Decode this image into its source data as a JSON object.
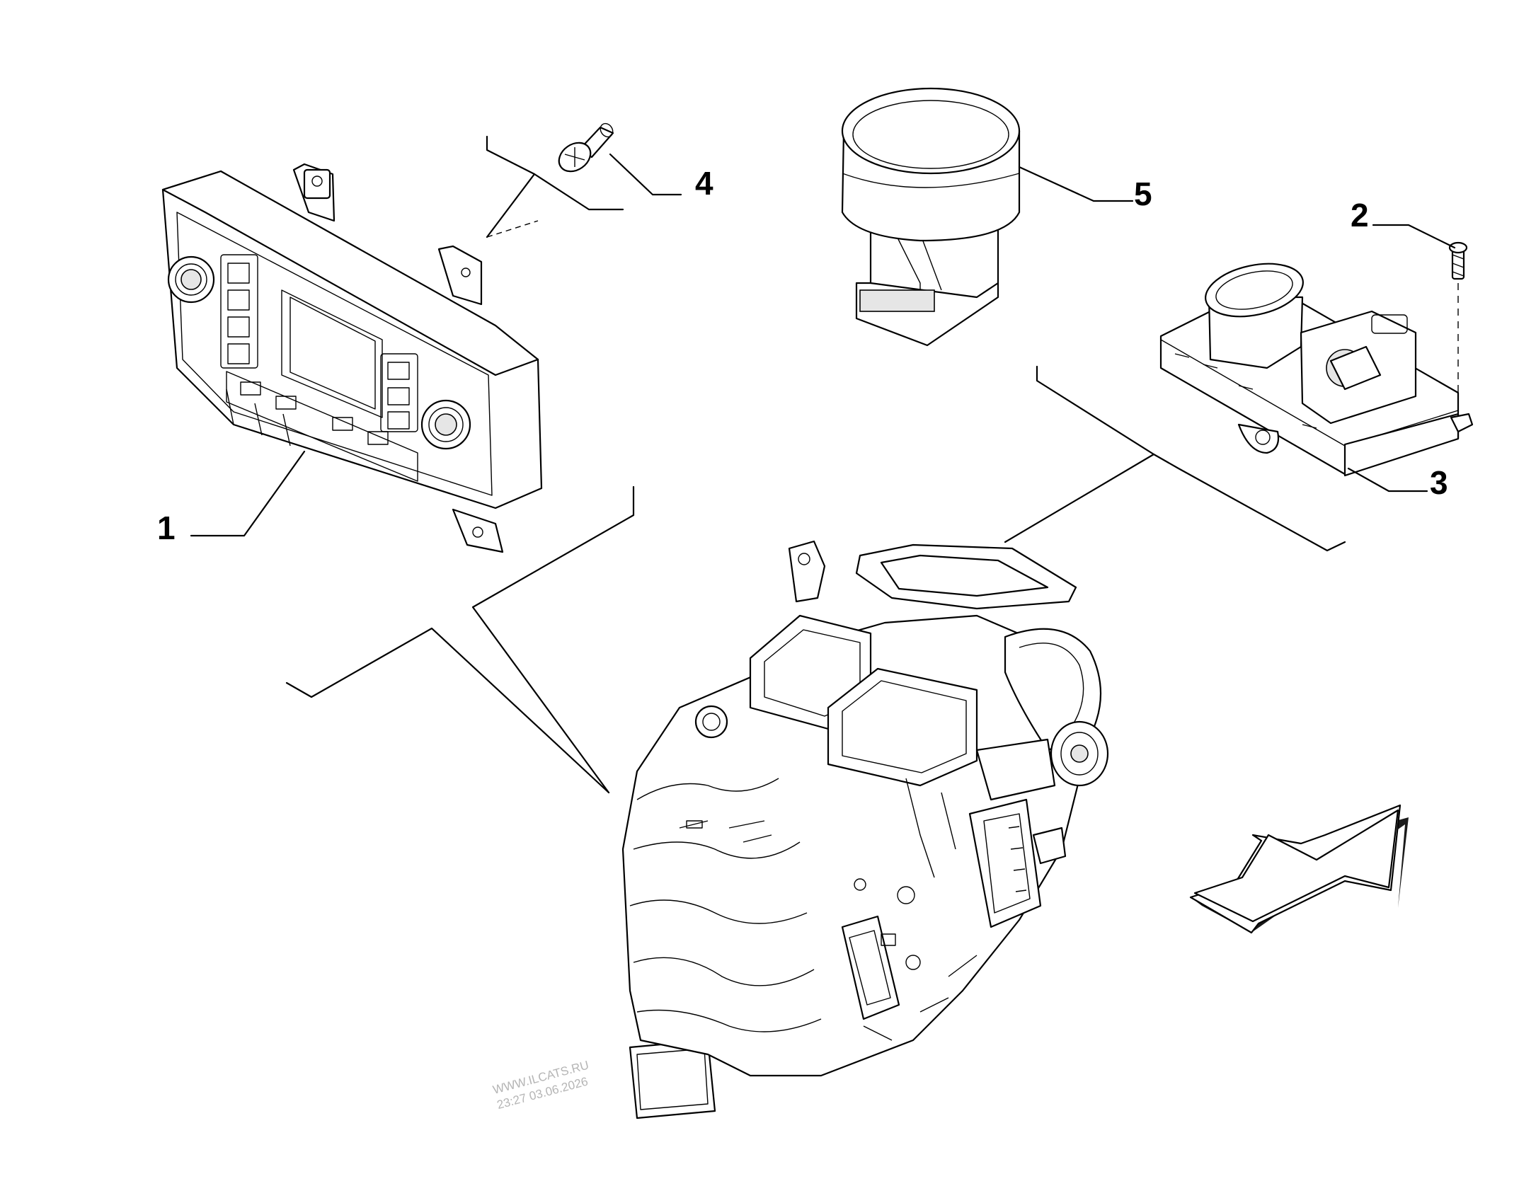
{
  "callouts": [
    {
      "id": "1",
      "label": "1"
    },
    {
      "id": "2",
      "label": "2"
    },
    {
      "id": "3",
      "label": "3"
    },
    {
      "id": "4",
      "label": "4"
    },
    {
      "id": "5",
      "label": "5"
    }
  ],
  "watermark": {
    "line1": "WWW.ILCATS.RU",
    "line2": "23:27 03.06.2026"
  },
  "icons": {
    "direction": "forward-direction-arrow-icon"
  }
}
